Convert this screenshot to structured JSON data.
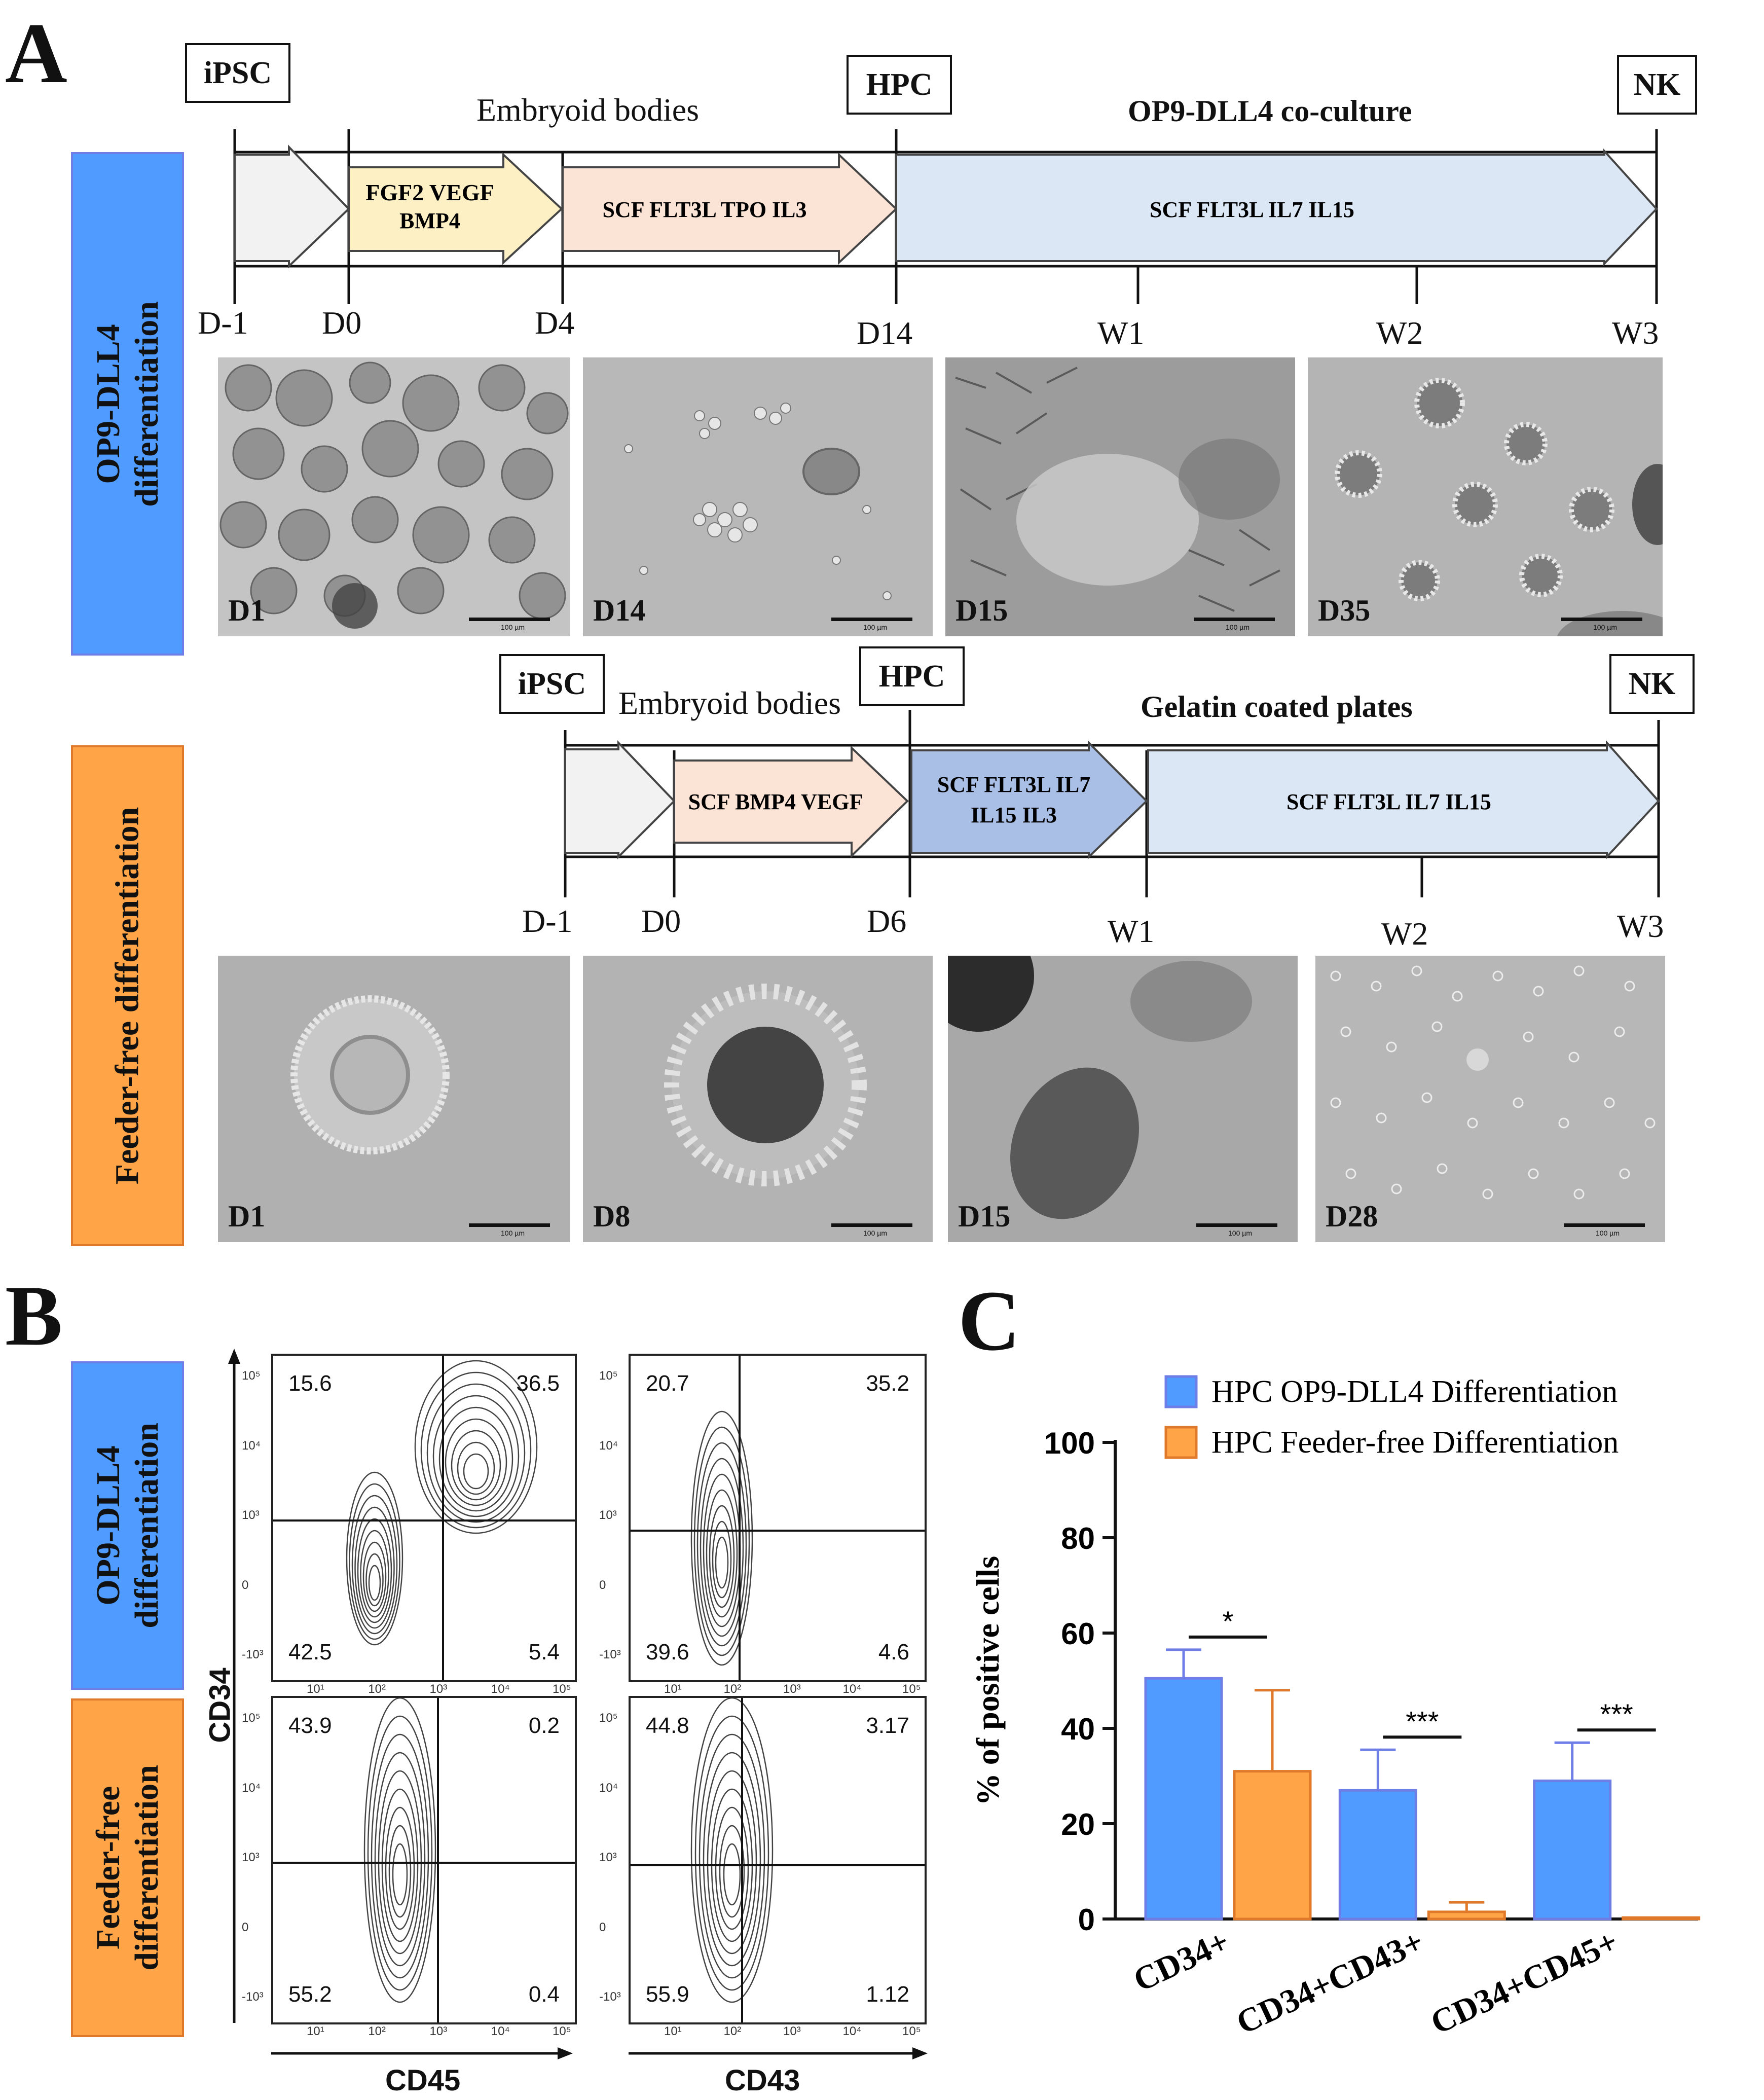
{
  "panel_labels": {
    "a": "A",
    "b": "B",
    "c": "C"
  },
  "top_protocol": {
    "side_label": [
      "OP9-DLL4",
      "differentiation"
    ],
    "stage_boxes": {
      "ipsc": "iPSC",
      "hpc": "HPC",
      "nk": "NK"
    },
    "headers": {
      "eb": "Embryoid bodies",
      "coculture": "OP9-DLL4 co-culture"
    },
    "arrows": [
      {
        "label": "",
        "color": "#f2f2f2"
      },
      {
        "label": "FGF2 VEGF\nBMP4",
        "color": "#fdf0c4"
      },
      {
        "label": "SCF FLT3L TPO IL3",
        "color": "#fbe3d6"
      },
      {
        "label": "SCF FLT3L IL7 IL15",
        "color": "#dbe7f4"
      }
    ],
    "days": [
      "D-1",
      "D0",
      "D4",
      "D14",
      "W1",
      "W2",
      "W3"
    ],
    "images": [
      "D1",
      "D14",
      "D15",
      "D35"
    ],
    "scale_text": "100 µm"
  },
  "bottom_protocol": {
    "side_label": [
      "Feeder-free differentiation"
    ],
    "stage_boxes": {
      "ipsc": "iPSC",
      "hpc": "HPC",
      "nk": "NK"
    },
    "headers": {
      "eb": "Embryoid bodies",
      "gelatin": "Gelatin coated plates"
    },
    "arrows": [
      {
        "label": "",
        "color": "#f2f2f2"
      },
      {
        "label": "SCF BMP4 VEGF",
        "color": "#fbe3d6"
      },
      {
        "label": "SCF FLT3L IL7\nIL15 IL3",
        "color": "#a9bfe6"
      },
      {
        "label": "SCF FLT3L IL7 IL15",
        "color": "#dbe7f4"
      }
    ],
    "days": [
      "D-1",
      "D0",
      "D6",
      "W1",
      "W2",
      "W3"
    ],
    "images": [
      "D1",
      "D8",
      "D15",
      "D28"
    ]
  },
  "panel_b": {
    "row_labels": [
      [
        "OP9-DLL4",
        "differentiation"
      ],
      [
        "Feeder-free",
        "differentiation"
      ]
    ],
    "y_axis": "CD34",
    "x_axes": [
      "CD45",
      "CD43"
    ],
    "plots": [
      {
        "quadrants": [
          "15.6",
          "36.5",
          "42.5",
          "5.4"
        ]
      },
      {
        "quadrants": [
          "20.7",
          "35.2",
          "39.6",
          "4.6"
        ]
      },
      {
        "quadrants": [
          "43.9",
          "0.2",
          "55.2",
          "0.4"
        ]
      },
      {
        "quadrants": [
          "44.8",
          "3.17",
          "55.9",
          "1.12"
        ]
      }
    ],
    "ticks": {
      "x": [
        "10¹",
        "10²",
        "10³",
        "10⁴",
        "10⁵"
      ],
      "y": [
        "10⁵",
        "10⁴",
        "10³",
        "0",
        "-10³"
      ]
    }
  },
  "chart_data": {
    "type": "bar",
    "title": "",
    "xlabel": "",
    "ylabel": "% of positive cells",
    "ylim": [
      0,
      100
    ],
    "yticks": [
      0,
      20,
      40,
      60,
      80,
      100
    ],
    "categories": [
      "CD34+",
      "CD34+CD43+",
      "CD34+CD45+"
    ],
    "series": [
      {
        "name": "HPC OP9-DLL4 Differentiation",
        "color": "#4f9bff",
        "edge": "#6f7de6",
        "values": [
          50.5,
          27.0,
          29.0
        ],
        "errors": [
          6.0,
          8.5,
          8.0
        ]
      },
      {
        "name": "HPC Feeder-free Differentiation",
        "color": "#ffa447",
        "edge": "#e07a2a",
        "values": [
          31.0,
          1.5,
          0.3
        ],
        "errors": [
          17.0,
          2.0,
          0.0
        ]
      }
    ],
    "significance": [
      "*",
      "***",
      "***"
    ],
    "legend": "top-right"
  }
}
